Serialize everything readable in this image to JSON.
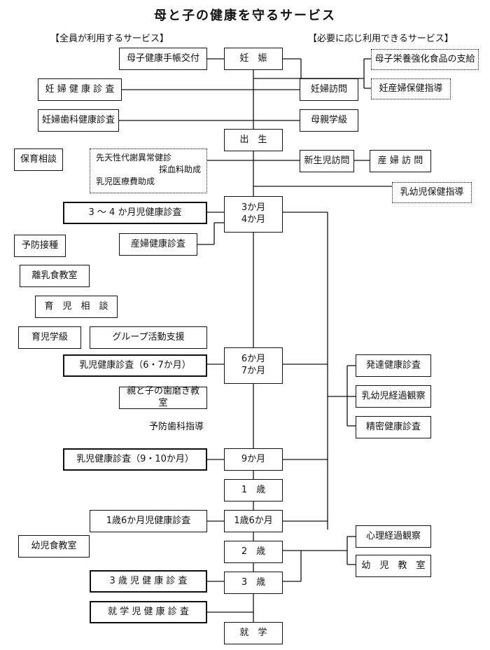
{
  "title": "母と子の健康を守るサービス",
  "header_left": "【全員が利用するサービス】",
  "header_right": "【必要に応じ利用できるサービス】",
  "stages": {
    "pregnancy": "妊　娠",
    "birth": "出　生",
    "m3_line1": "3か月",
    "m3_line2": "4か月",
    "m6_line1": "6か月",
    "m6_line2": "7か月",
    "m9": "9か月",
    "y1": "1　歳",
    "y1m6": "1歳6か月",
    "y2": "2　歳",
    "y3": "3　歳",
    "school": "就　学"
  },
  "left_services": {
    "handbook": "母子健康手帳交付",
    "pregnant_checkup": "妊 婦 健 康 診 査",
    "pregnant_dental": "妊婦歯科健康診査",
    "childcare_consult": "保育相談",
    "congenital_1": "先天性代謝異常健診",
    "congenital_2": "採血料助成",
    "congenital_3": "乳児医療費助成",
    "checkup_3_4m": "3 ～ 4 か月児健康診査",
    "vaccination": "予防接種",
    "postpartum_checkup": "産婦健康診査",
    "weaning_class": "離乳食教室",
    "childrearing_consult": "育　児　相　談",
    "childrearing_class": "育児学級",
    "group_support": "グループ活動支援",
    "infant_checkup_6_7": "乳児健康診査（6・7か月）",
    "parent_child_brushing": "親と子の歯磨き教室",
    "dental_guidance": "予防歯科指導",
    "infant_checkup_9_10": "乳児健康診査（9・10か月）",
    "checkup_1y6m": "1歳6か月児健康診査",
    "toddler_food_class": "幼児食教室",
    "checkup_3y": "3 歳 児 健 康 診 査",
    "pre_school_checkup": "就 学 児 健 康 診 査"
  },
  "right_services": {
    "nutrition_food": "母子栄養強化食品の支給",
    "pregnant_visit": "妊婦訪問",
    "maternal_health_guidance": "妊産婦保健指導",
    "mother_class": "母親学級",
    "newborn_visit": "新生児訪問",
    "postpartum_visit": "産 婦 訪 問",
    "infant_health_guidance": "乳幼児保健指導",
    "development_checkup": "発達健康診査",
    "infant_observation": "乳幼児経過観察",
    "detailed_checkup": "精密健康診査",
    "psych_observation": "心理経過観察",
    "kindergarten": "幼　児　教　室"
  }
}
